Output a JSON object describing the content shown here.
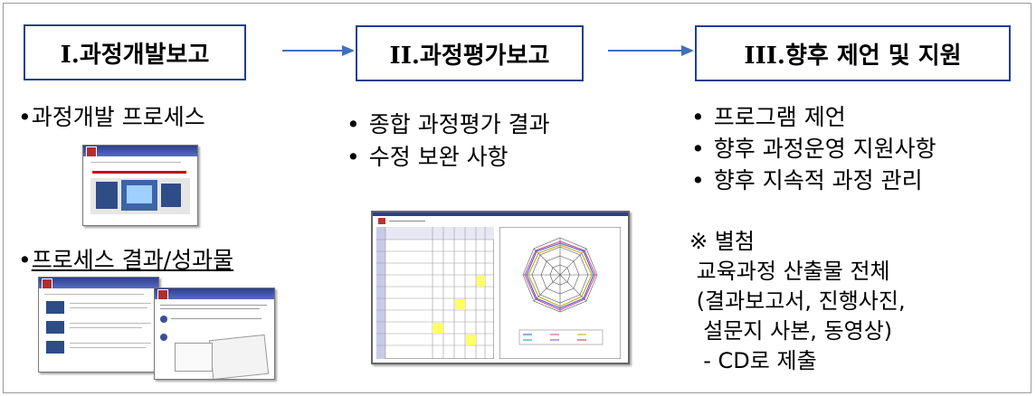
{
  "stages": [
    {
      "label": "I.과정개발보고"
    },
    {
      "label": "II.과정평가보고"
    },
    {
      "label": "III.향후 제언 및 지원"
    }
  ],
  "stage1": {
    "item_process": "과정개발 프로세스",
    "item_result": "프로세스 결과/성과물"
  },
  "stage2": {
    "items": [
      "종합 과정평가 결과",
      "수정 보완 사항"
    ]
  },
  "stage3": {
    "items": [
      "프로그램 제언",
      "향후 과정운영 지원사항",
      "향후 지속적 과정 관리"
    ]
  },
  "note": {
    "mark": "※ 별첨",
    "line1": " 교육과정 산출물 전체",
    "line2": " (결과보고서, 진행사진,",
    "line3": "  설문지 사본, 동영상)",
    "line4": "  - CD로 제출"
  },
  "bullet_glyph": "•",
  "colors": {
    "stage_border": "#1f3f8f",
    "arrow": "#3f6fc0"
  }
}
